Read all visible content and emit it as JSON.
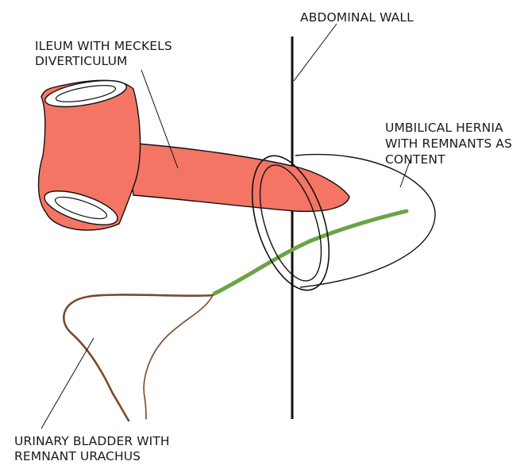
{
  "labels": {
    "abdominal_wall": "ABDOMINAL WALL",
    "ileum_line1": "ILEUM WITH MECKELS",
    "ileum_line2": "DIVERTICULUM",
    "hernia_line1": "UMBILICAL HERNIA",
    "hernia_line2": "WITH REMNANTS AS",
    "hernia_line3": "CONTENT",
    "bladder_line1": "URINARY BLADDER WITH",
    "bladder_line2": "REMNANT URACHUS"
  },
  "colors": {
    "ileum_fill": "#f47564",
    "outline": "#111111",
    "urachus_green": "#6aa444",
    "bladder_brown": "#7a4a2c",
    "background": "#ffffff"
  }
}
